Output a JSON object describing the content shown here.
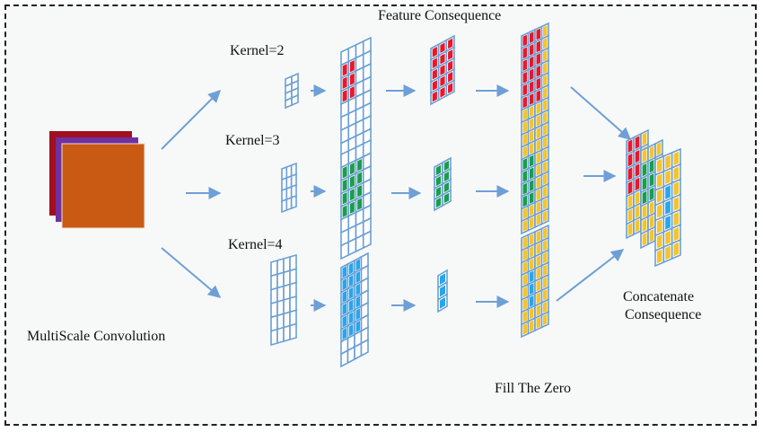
{
  "labels": {
    "feature": "Feature Consequence",
    "k2": "Kernel=2",
    "k3": "Kernel=3",
    "k4": "Kernel=4",
    "multiscale": "MultiScale Convolution",
    "fill": "Fill The Zero",
    "concat_1": "Concatenate",
    "concat_2": "Consequence"
  },
  "colors": {
    "grid": "#6b9fd4",
    "red": "#e8182a",
    "green": "#1a9d4c",
    "blue": "#26a6ec",
    "yellow": "#f5c42c",
    "orange": "#c85a14",
    "maroon": "#a01020",
    "purple": "#7030a0",
    "arrow": "#6e9fd6"
  }
}
